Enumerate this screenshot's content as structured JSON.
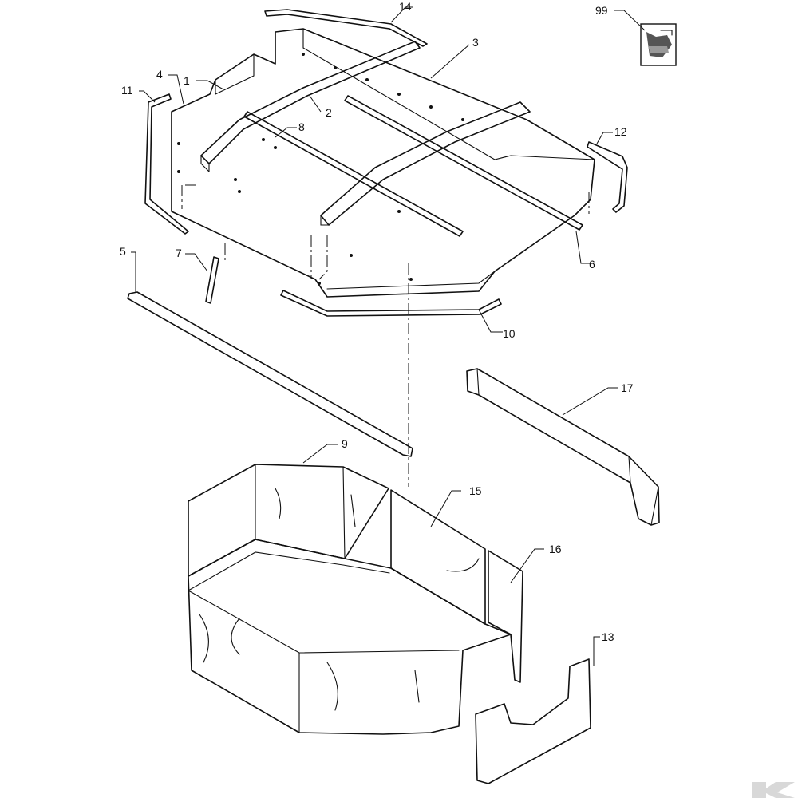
{
  "diagram": {
    "callouts": [
      "1",
      "2",
      "3",
      "4",
      "5",
      "6",
      "7",
      "8",
      "9",
      "10",
      "11",
      "12",
      "13",
      "14",
      "15",
      "16",
      "17",
      "99"
    ]
  },
  "icons": {
    "kit_icon": "parts-kit-icon",
    "brand_logo": "k-logo-icon"
  }
}
